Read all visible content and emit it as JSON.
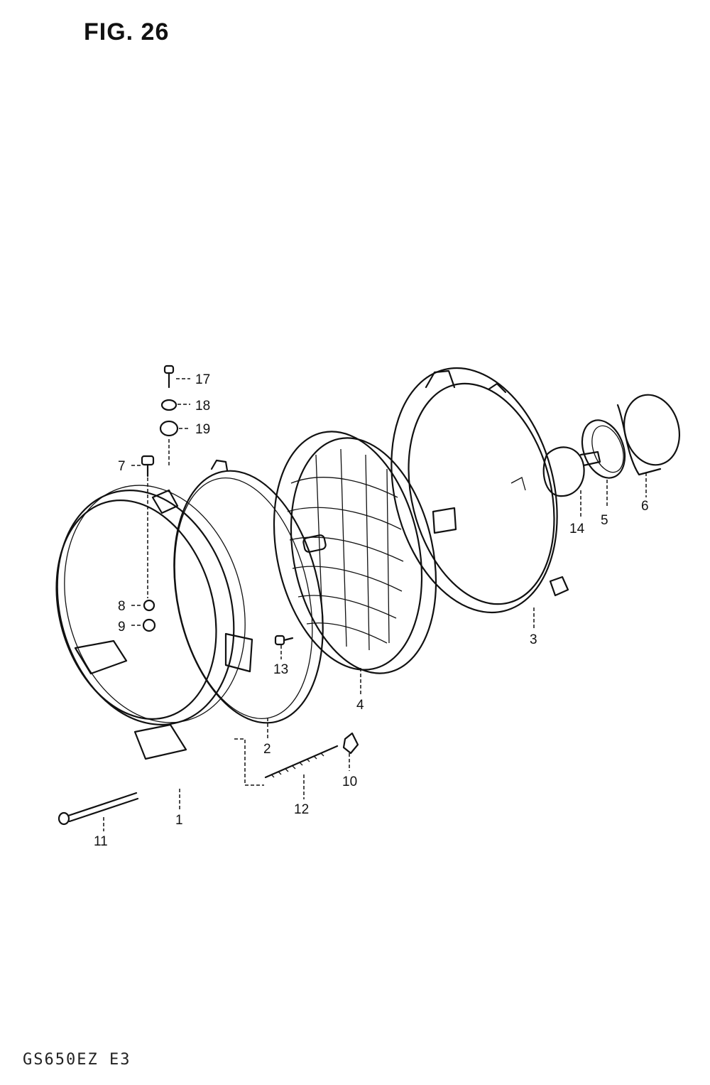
{
  "title": "FIG. 26",
  "footer_code": "GS650EZ E3",
  "callouts": {
    "p1": "1",
    "p2": "2",
    "p3": "3",
    "p4": "4",
    "p5": "5",
    "p6": "6",
    "p7": "7",
    "p8": "8",
    "p9": "9",
    "p10": "10",
    "p11": "11",
    "p12": "12",
    "p13": "13",
    "p14": "14",
    "p17": "17",
    "p18": "18",
    "p19": "19"
  }
}
